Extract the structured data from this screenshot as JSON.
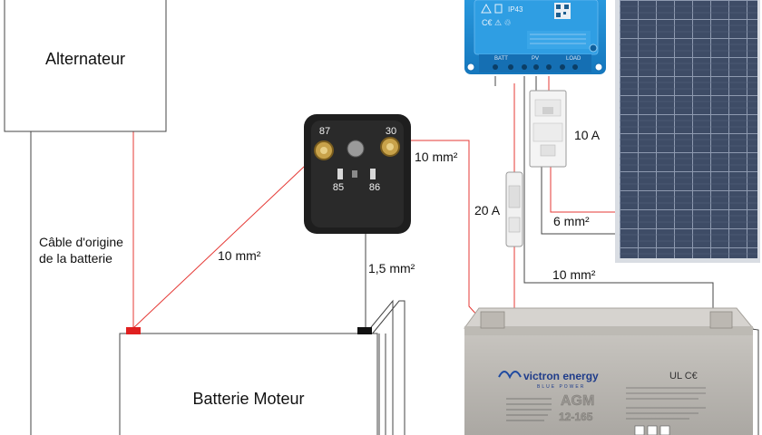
{
  "labels": {
    "alternator": "Alternateur",
    "engine_battery": "Batterie Moteur",
    "original_cable": [
      "Câble d'origine",
      "de la batterie"
    ],
    "relay_cable": "10 mm²",
    "relay_to_battery": "10 mm²",
    "relay_coil_wire": "1,5 mm²",
    "fuse_20a": "20 A",
    "breaker_10a": "10 A",
    "solar_wire": "6 mm²",
    "negative_wire": "10 mm²"
  },
  "relay": {
    "pins": {
      "p87": "87",
      "p30": "30",
      "p85": "85",
      "p86": "86"
    }
  },
  "controller": {
    "ip_rating": "IP43",
    "terminals": [
      "BATT",
      "PV",
      "LOAD"
    ]
  },
  "agm_battery": {
    "brand": "victron energy",
    "brand_sub": "BLUE POWER",
    "type": "AGM",
    "model": "12-165"
  },
  "colors": {
    "positive_wire": "#e53935",
    "negative_wire": "#444444",
    "controller_blue": "#1f8fd6",
    "agm_body": "#b9b6b1",
    "relay_body": "#1e1e1e",
    "solar_cell": "#3f4d66"
  }
}
